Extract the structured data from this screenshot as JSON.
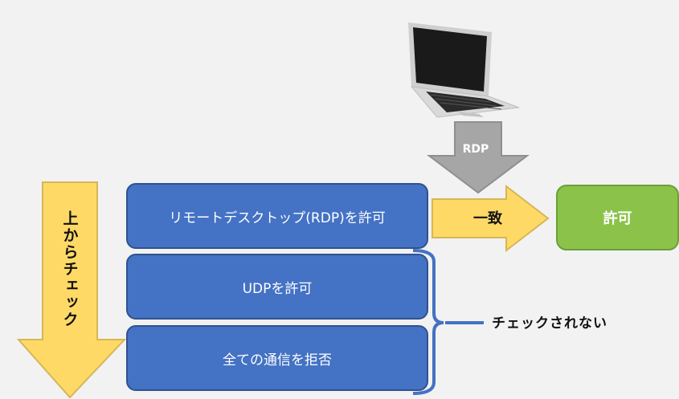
{
  "flow": {
    "direction_label": "上からチェック",
    "rdp_label": "RDP",
    "match_label": "一致",
    "result_label": "許可",
    "not_checked_label": "チェックされない"
  },
  "rules": [
    {
      "label": "リモートデスクトップ(RDP)を許可"
    },
    {
      "label": "UDPを許可"
    },
    {
      "label": "全ての通信を拒否"
    }
  ],
  "colors": {
    "rule_fill": "#4472c4",
    "arrow_yellow": "#ffd966",
    "arrow_gray": "#a6a6a6",
    "permit_green": "#8bc34a",
    "bracket_blue": "#4472c4"
  },
  "icons": [
    "laptop-icon"
  ]
}
